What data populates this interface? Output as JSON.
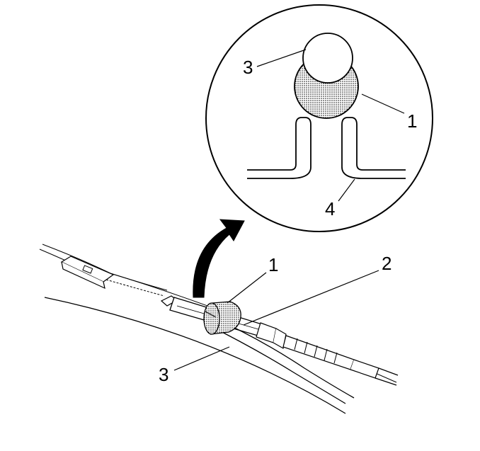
{
  "callouts": {
    "detail_foam": "1",
    "detail_cable": "3",
    "detail_bracket": "4",
    "main_foam": "1",
    "main_hose": "2",
    "main_cable": "3"
  }
}
